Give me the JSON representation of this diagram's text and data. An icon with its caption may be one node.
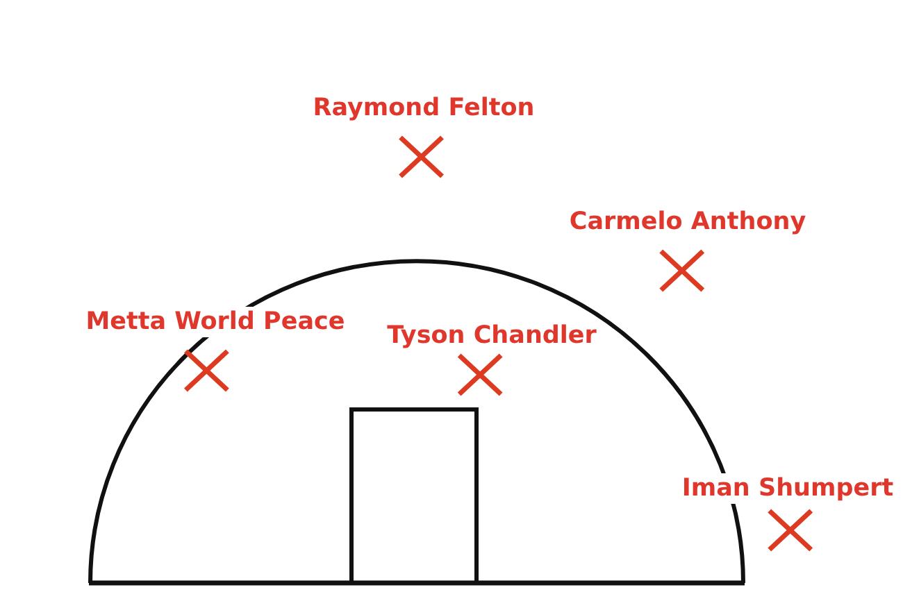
{
  "diagram": {
    "nodes": [
      {
        "text": [
          "Raymond Felton"
        ]
      },
      {
        "text": [
          "Carmelo Anthony"
        ]
      },
      {
        "text": [
          "Metta World Peace"
        ]
      },
      {
        "text": [
          "Tyson Chandler"
        ]
      },
      {
        "text": [
          "Iman Shumpert"
        ]
      }
    ]
  }
}
